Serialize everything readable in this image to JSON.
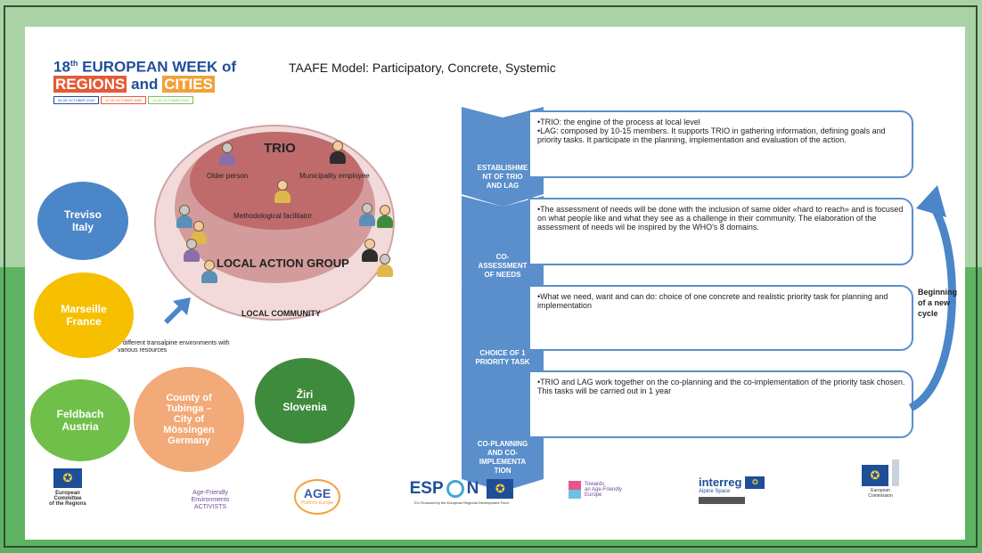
{
  "header": {
    "ew_line1_pre": "18",
    "ew_line1_sup": "th",
    "ew_line1_post": "EUROPEAN WEEK",
    "ew_of": "of",
    "ew_regions": "REGIONS",
    "ew_and": "and",
    "ew_cities": "CITIES",
    "ew_dates": [
      "05-09 OCTOBER 2020",
      "12-16 OCTOBER 2020",
      "19-22 OCTOBER 2020"
    ],
    "title": "TAAFE Model: Participatory, Concrete, Systemic"
  },
  "diagram": {
    "trio": "TRIO",
    "older_person": "Older person",
    "municipality_employee": "Municipality employee",
    "methodological_facilitator": "Methodological facilitator",
    "local_action_group": "LOCAL ACTION GROUP",
    "local_community": "LOCAL COMMUNITY",
    "environments_note": "5 different transalpine environments with various resources"
  },
  "sites": [
    {
      "label": "Treviso\nItaly",
      "color": "#4a86c8"
    },
    {
      "label": "Marseille\nFrance",
      "color": "#f6c000"
    },
    {
      "label": "Feldbach\nAustria",
      "color": "#70bf4a"
    },
    {
      "label": "County of\nTubinga –\nCity of\nMössingen\nGermany",
      "color": "#f2aa78"
    },
    {
      "label": "Žiri\nSlovenia",
      "color": "#3f8b3d"
    }
  ],
  "steps": [
    {
      "chevron": "ESTABLISHME\nNT OF TRIO\nAND LAG",
      "lines": [
        "•TRIO: the engine of the process at local level",
        "•LAG: composed by 10-15 members. It supports TRIO in gathering information, defining goals and priority tasks. It participate in the planning, implementation and evaluation of the action."
      ]
    },
    {
      "chevron": "CO-\nASSESSMENT\nOF NEEDS",
      "lines": [
        "•The assessment of needs will be done with the inclusion of same older «hard to reach» and is focused on what people like and what they see as a challenge in their community.  The elaboration of the assessment of needs wil be inspired by the WHO's 8 domains."
      ]
    },
    {
      "chevron": "CHOICE OF 1\nPRIORITY TASK",
      "lines": [
        "•What we need, want and can do:  choice of one concrete and realistic priority task for planning and implementation"
      ]
    },
    {
      "chevron": "CO-PLANNING\nAND CO-\nIMPLEMENTA\nTION",
      "lines": [
        "•TRIO and LAG work together on the co-planning and the co-implementation of the priority task chosen. This tasks will be carried out in 1 year"
      ]
    }
  ],
  "cycle_label": "Beginning\nof a new\ncycle",
  "logos": {
    "cor": "European Committee\nof the Regions",
    "afe": "Age-Friendly\nEnvironments\nACTIVISTS",
    "age": "AGE",
    "age_sub": "Platform Europe",
    "espon": "ESP",
    "espon_n": "N",
    "espon_sub": "EU Financed by the European Regional Development Fund",
    "towards": "Towards\nan Age-Friendly\nEurope",
    "interreg": "interreg",
    "interreg_sub": "Alpine Space",
    "commission": "European\nCommission"
  }
}
